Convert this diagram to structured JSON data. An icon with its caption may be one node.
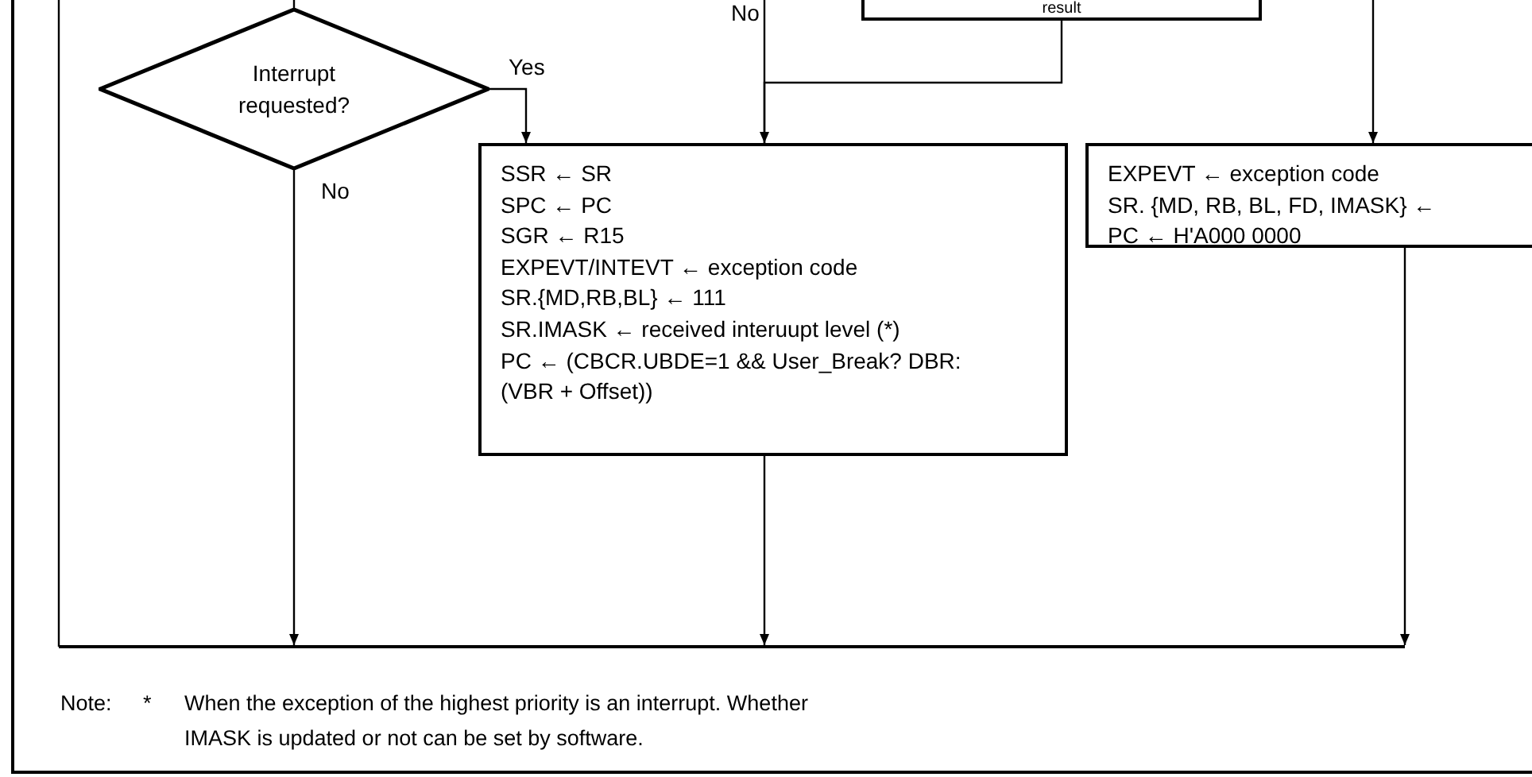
{
  "diagram": {
    "nodes": [
      {
        "text": [
          "Interrupt requested?"
        ]
      },
      {
        "text": [
          "result"
        ]
      },
      {
        "text": [
          "SSR ← SR",
          "SPC ← PC",
          "SGR ← R15",
          "EXPEVT/INTEVT ← exception code",
          "SR.{MD,RB,BL} ← 111",
          "SR.IMASK ← received interuupt level (*)",
          "PC ← (CBCR.UBDE=1 && User_Break? DBR: (VBR + Offset))"
        ]
      },
      {
        "text": [
          "EXPEVT ← exception code",
          "SR. {MD, RB, BL, FD, IMASK} ←",
          "PC ← H'A000 0000"
        ]
      },
      {
        "text": [],
        "shape": "bar"
      }
    ],
    "edges": [
      {
        "from": null,
        "to": 0,
        "arrow": "none"
      },
      {
        "from": 0,
        "to": 2,
        "arrow": "to",
        "label": "Yes"
      },
      {
        "from": 0,
        "to": 4,
        "arrow": "to",
        "label": "No"
      },
      {
        "from": null,
        "to": 2,
        "arrow": "none",
        "label": "No"
      },
      {
        "from": 1,
        "to": 2,
        "arrow": "to"
      },
      {
        "from": 2,
        "to": 4,
        "arrow": "to"
      },
      {
        "from": null,
        "to": 3,
        "arrow": "to"
      },
      {
        "from": 3,
        "to": 4,
        "arrow": "to"
      },
      {
        "from": 4,
        "to": null,
        "arrow": "none"
      }
    ],
    "labels": [
      "Note:",
      "*",
      "When the exception of the highest priority is an interrupt. Whether IMASK is updated or not can be set by software."
    ]
  }
}
